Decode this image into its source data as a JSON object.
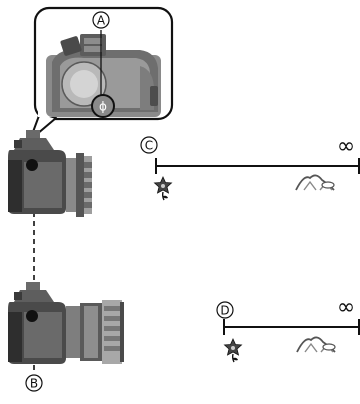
{
  "labels": {
    "a": "A",
    "b": "B",
    "c": "C",
    "d": "D"
  },
  "scales": {
    "top": {
      "far_symbol": "∞",
      "near_icon": "flower-icon",
      "far_icon": "mountain-icon"
    },
    "bottom": {
      "far_symbol": "∞",
      "near_icon": "flower-icon",
      "far_icon": "mountain-icon"
    }
  },
  "colors": {
    "line": "#111111",
    "camera_dark": "#3a3a3a",
    "camera_mid": "#7a7a7a",
    "camera_light": "#c8c8c8",
    "background": "#ffffff"
  }
}
